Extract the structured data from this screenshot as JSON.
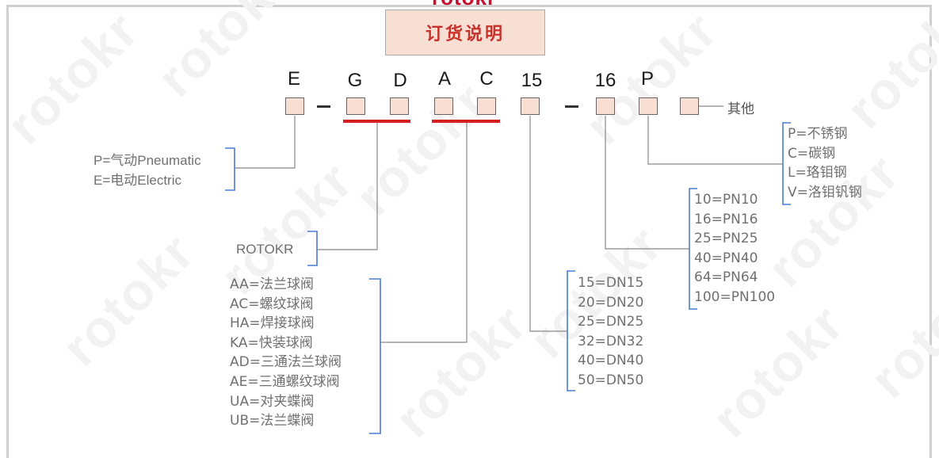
{
  "logo_text": "rotokr",
  "title": "订货说明",
  "code_letters": [
    "E",
    "G",
    "D",
    "A",
    "C",
    "15",
    "16",
    "P"
  ],
  "other_label": "其他",
  "drive_options": [
    "P=气动Pneumatic",
    "E=电动Electric"
  ],
  "brand_label": "ROTOKR",
  "valve_types": [
    "AA=法兰球阀",
    "AC=螺纹球阀",
    "HA=焊接球阀",
    "KA=快装球阀",
    "AD=三通法兰球阀",
    "AE=三通螺纹球阀",
    "UA=对夹蝶阀",
    "UB=法兰蝶阀"
  ],
  "diameters": [
    "15=DN15",
    "20=DN20",
    "25=DN25",
    "32=DN32",
    "40=DN40",
    "50=DN50"
  ],
  "pressures": [
    "10=PN10",
    "16=PN16",
    "25=PN25",
    "40=PN40",
    "64=PN64",
    "100=PN100"
  ],
  "materials": [
    "P=不锈钢",
    "C=碳钢",
    "L=珞钼钢",
    "V=洛钼钒钢"
  ],
  "colors": {
    "accent_red": "#c8322a",
    "slot_fill": "#f8ded3",
    "title_fill": "#f8dfd4",
    "bracket_blue": "#4a7bd6",
    "line_gray": "#888888",
    "text_gray": "#707070"
  }
}
